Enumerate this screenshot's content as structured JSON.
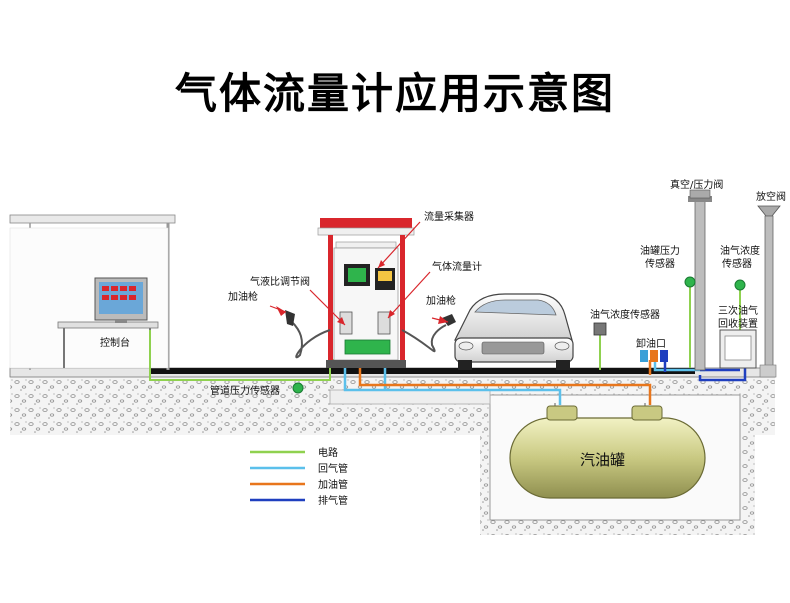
{
  "title": "气体流量计应用示意图",
  "labels": {
    "vacuum_valve": "真空/压力阀",
    "vent_valve": "放空阀",
    "flow_collector": "流量采集器",
    "tank_pressure_sensor_1": "油罐压力",
    "tank_pressure_sensor_2": "传感器",
    "vapor_conc_sensor_right_1": "油气浓度",
    "vapor_conc_sensor_right_2": "传感器",
    "gas_liquid_valve": "气液比调节阀",
    "gas_flowmeter": "气体流量计",
    "nozzle_left": "加油枪",
    "nozzle_right": "加油枪",
    "control_desk": "控制台",
    "vapor_conc_sensor_mid": "油气浓度传感器",
    "unload_port": "卸油口",
    "recovery_unit_1": "三次油气",
    "recovery_unit_2": "回收装置",
    "pipe_pressure_sensor": "管道压力传感器",
    "tank": "汽油罐"
  },
  "legend": [
    {
      "label": "电路",
      "color": "#8fd14f"
    },
    {
      "label": "回气管",
      "color": "#5bc0eb"
    },
    {
      "label": "加油管",
      "color": "#e8761c"
    },
    {
      "label": "排气管",
      "color": "#1f3fbf"
    }
  ],
  "colors": {
    "circuit": "#8fd14f",
    "vapor_return": "#5bc0eb",
    "fuel": "#e8761c",
    "exhaust": "#1f3fbf",
    "tank": "#cfcf8a",
    "dispenser_red": "#d9262c"
  }
}
